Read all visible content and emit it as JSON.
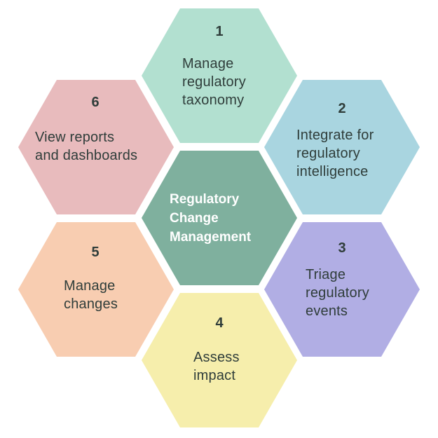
{
  "colors": {
    "step1": "#b2e0d0",
    "step2": "#a9d5e0",
    "step3": "#b1aee4",
    "step4": "#f6eeac",
    "step5": "#f8cdb1",
    "step6": "#e8bbbd",
    "center": "#7fb09e",
    "text": "#2f3d3a",
    "center_text": "#ffffff"
  },
  "center": {
    "lines": [
      "Regulatory",
      "Change",
      "Management"
    ]
  },
  "steps": [
    {
      "number": "1",
      "lines": [
        "Manage",
        "regulatory",
        "taxonomy"
      ]
    },
    {
      "number": "2",
      "lines": [
        "Integrate for",
        "regulatory",
        "intelligence"
      ]
    },
    {
      "number": "3",
      "lines": [
        "Triage",
        "regulatory",
        "events"
      ]
    },
    {
      "number": "4",
      "lines": [
        "Assess",
        "impact"
      ]
    },
    {
      "number": "5",
      "lines": [
        "Manage",
        "changes"
      ]
    },
    {
      "number": "6",
      "lines": [
        "View reports",
        "and dashboards"
      ]
    }
  ]
}
